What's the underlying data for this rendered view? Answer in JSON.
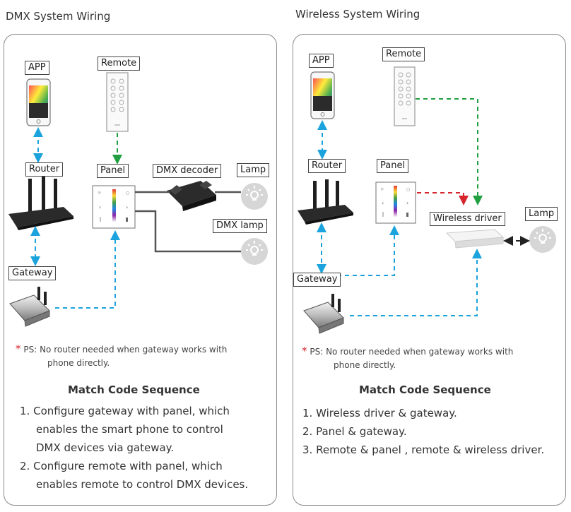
{
  "dmx": {
    "title": "DMX System Wiring",
    "labels": {
      "app": "APP",
      "remote": "Remote",
      "router": "Router",
      "panel": "Panel",
      "dmx_decoder": "DMX decoder",
      "lamp": "Lamp",
      "dmx_lamp": "DMX lamp",
      "gateway": "Gateway"
    },
    "note_prefix": "PS:",
    "note_line1": "No router needed when gateway works with",
    "note_line2": "phone directly.",
    "seq_title": "Match Code Sequence",
    "steps": [
      "Configure gateway with panel, which",
      "enables the smart phone to control",
      "DMX devices via gateway.",
      "Configure remote with panel, which",
      "enables remote to control DMX devices."
    ]
  },
  "wireless": {
    "title": "Wireless System Wiring",
    "labels": {
      "app": "APP",
      "remote": "Remote",
      "router": "Router",
      "panel": "Panel",
      "wireless_driver": "Wireless driver",
      "lamp": "Lamp",
      "gateway": "Gateway"
    },
    "note_prefix": "PS:",
    "note_line1": "No router needed when gateway works with",
    "note_line2": "phone directly.",
    "seq_title": "Match Code Sequence",
    "steps": [
      "Wireless driver & gateway.",
      "Panel & gateway.",
      "Remote & panel , remote & wireless driver."
    ]
  },
  "colors": {
    "blue_link": "#1aa3dc",
    "green_link": "#20a040",
    "red_link": "#d6262d",
    "wire": "#555555",
    "border": "#8a8a8a"
  }
}
